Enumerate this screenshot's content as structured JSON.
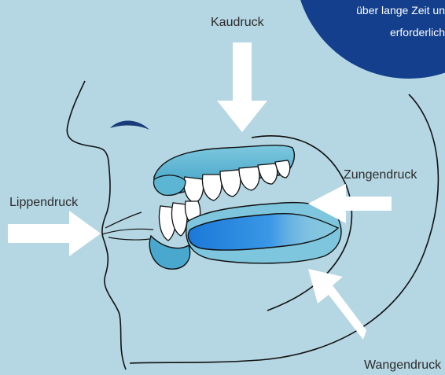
{
  "labels": {
    "kaudruck": "Kaudruck",
    "lippendruck": "Lippendruck",
    "zungendruck": "Zungendruck",
    "wangendruck": "Wangendruck"
  },
  "note": {
    "line1": "über lange Zeit un",
    "line2": "erforderlich"
  },
  "colors": {
    "background": "#b5d6e3",
    "badge": "#133f8c",
    "arrow": "#ffffff",
    "outline": "#111111",
    "guard": "#5bb5d3",
    "tongue": "#1d7fe0"
  }
}
